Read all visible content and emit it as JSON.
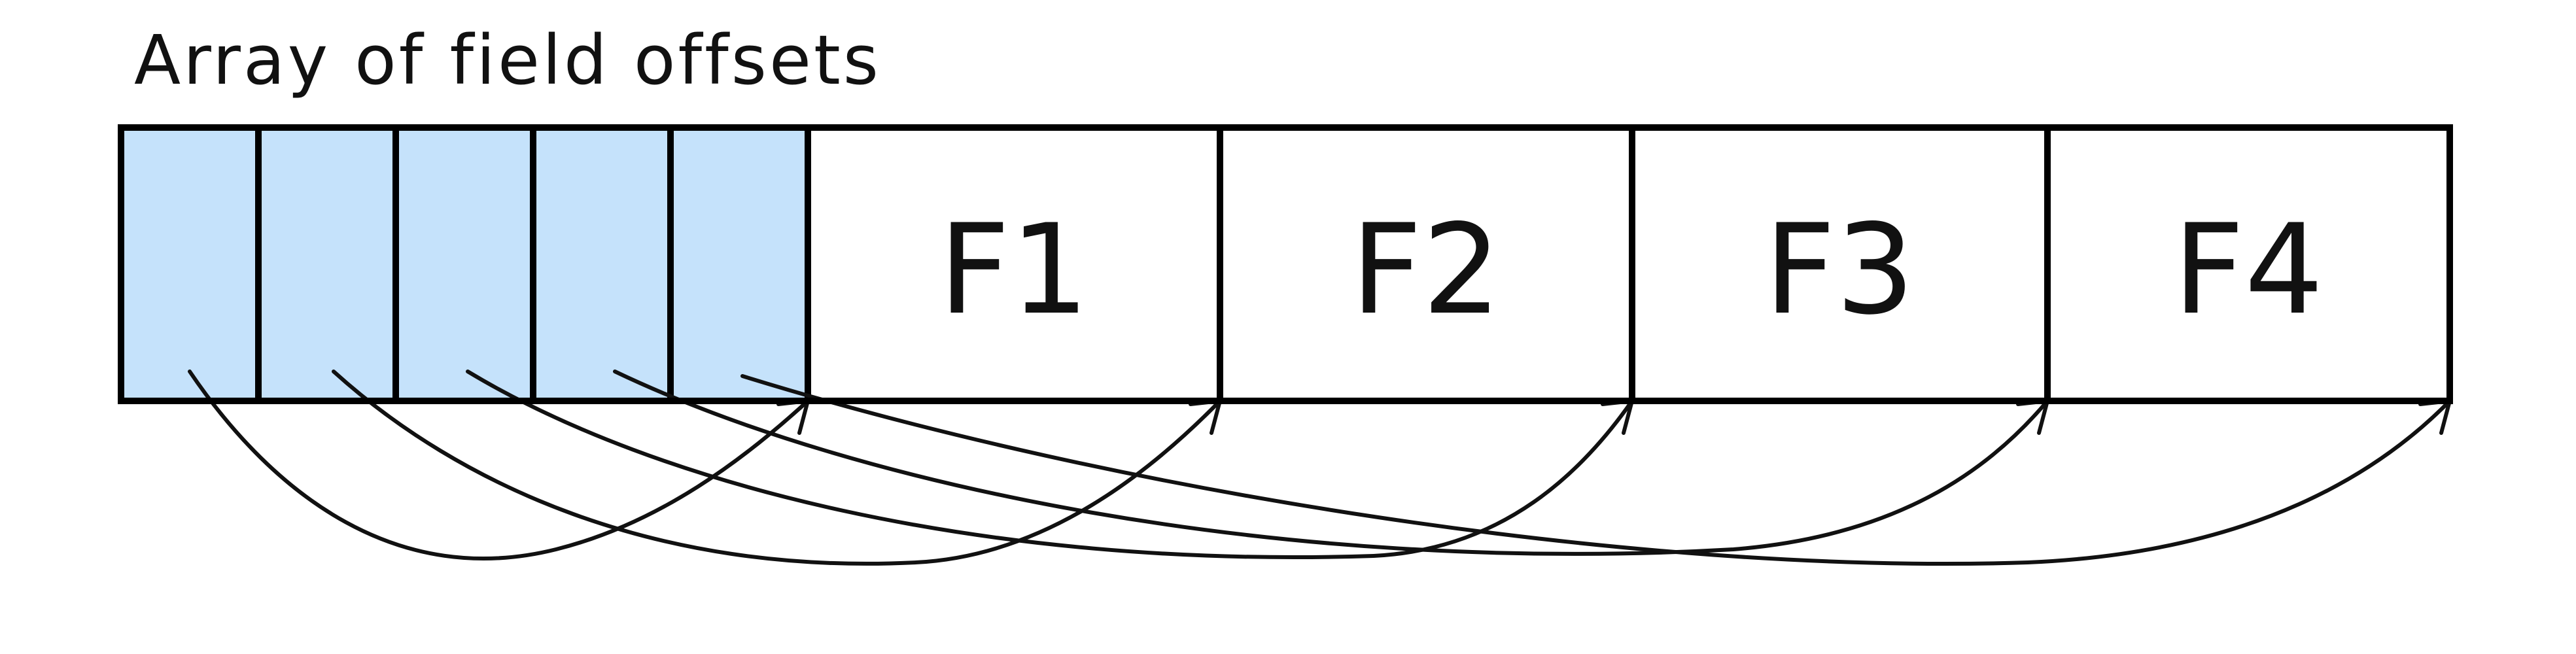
{
  "title": "Array of field offsets",
  "colors": {
    "offset_fill": "#c5e2fb",
    "stroke": "#000000",
    "background": "#ffffff"
  },
  "offset_cells": [
    {
      "id": "offset-1"
    },
    {
      "id": "offset-2"
    },
    {
      "id": "offset-3"
    },
    {
      "id": "offset-4"
    },
    {
      "id": "offset-5"
    }
  ],
  "fields": [
    {
      "label": "F1"
    },
    {
      "label": "F2"
    },
    {
      "label": "F3"
    },
    {
      "label": "F4"
    }
  ],
  "pointers": [
    {
      "from": "offset-1",
      "to": "F1"
    },
    {
      "from": "offset-2",
      "to": "F2"
    },
    {
      "from": "offset-3",
      "to": "F3"
    },
    {
      "from": "offset-4",
      "to": "F4"
    },
    {
      "from": "offset-5",
      "to": "end"
    }
  ]
}
